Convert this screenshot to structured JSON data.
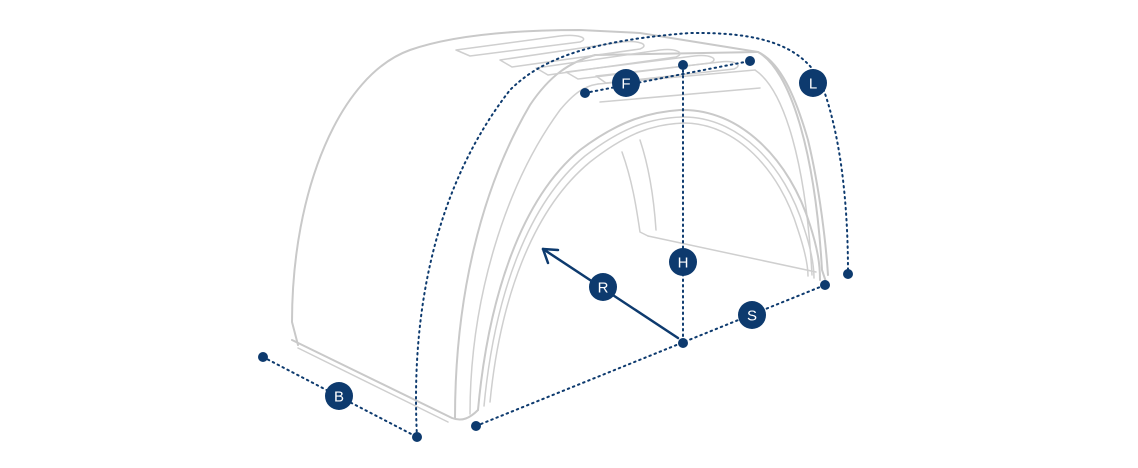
{
  "labels": {
    "F": "F",
    "L": "L",
    "H": "H",
    "R": "R",
    "S": "S",
    "B": "B"
  },
  "colors": {
    "accent": "#0d3a6e",
    "outline": "#c9c9c9",
    "background": "#ffffff"
  }
}
